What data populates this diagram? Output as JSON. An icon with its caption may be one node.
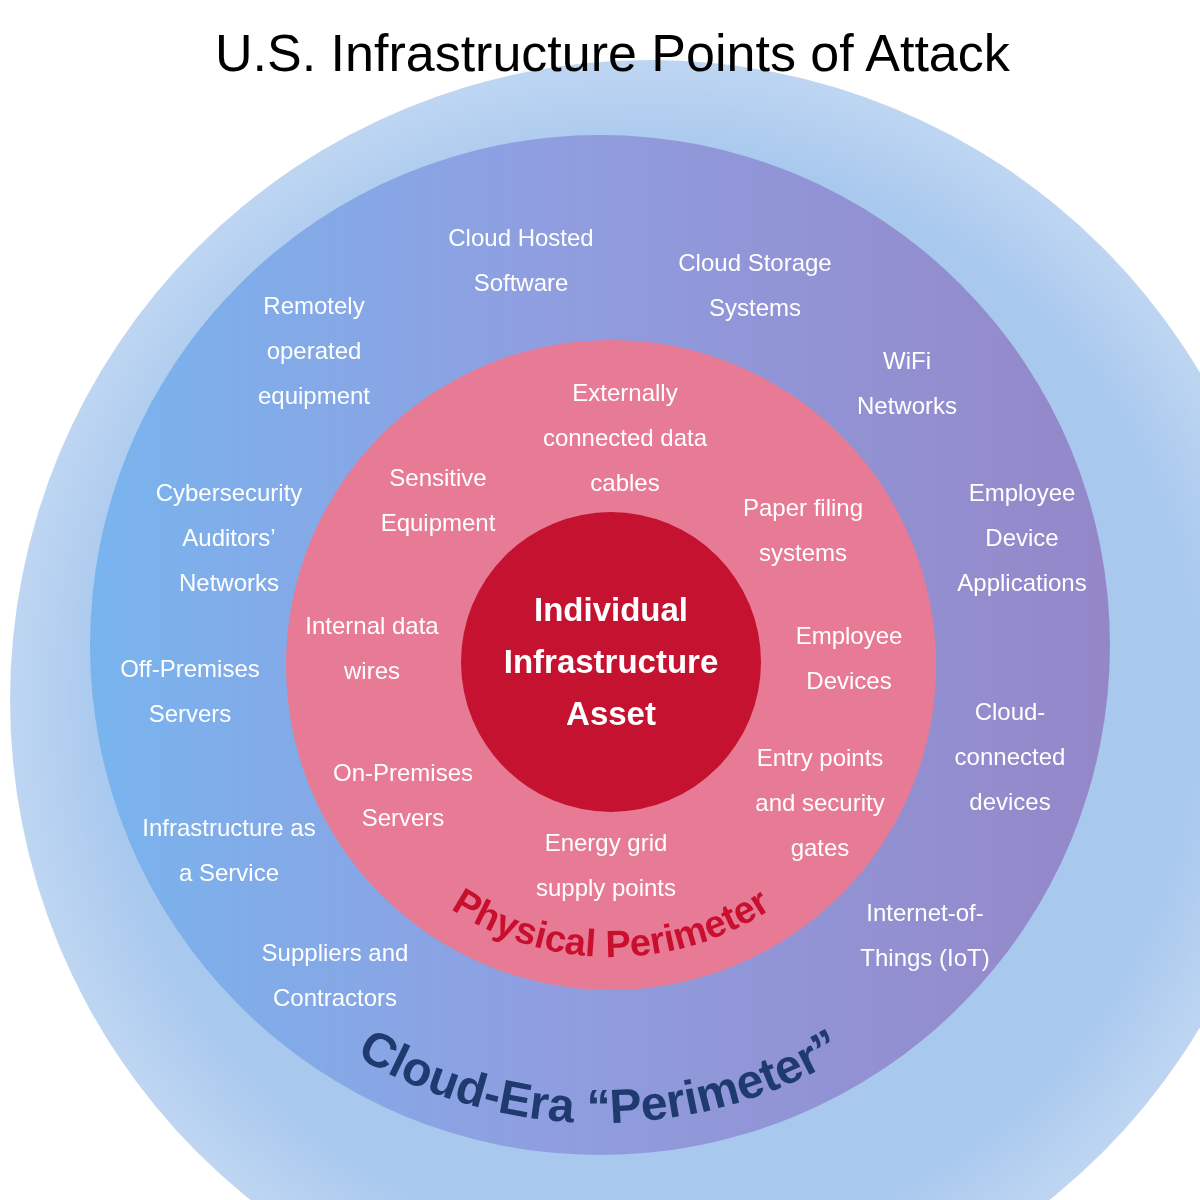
{
  "diagram": {
    "title": "U.S. Infrastructure Points of Attack",
    "nodes": [
      {
        "text": [
          "Cloud-Era “Perimeter”"
        ]
      },
      {
        "text": [
          "Physical Perimeter"
        ],
        "in": 0
      },
      {
        "text": [
          "Individual Infrastructure Asset"
        ],
        "in": 1
      }
    ],
    "labels": [
      "Cloud Hosted Software",
      "Cloud Storage Systems",
      "Remotely operated equipment",
      "WiFi Networks",
      "Externally connected data cables",
      "Sensitive Equipment",
      "Paper filing systems",
      "Cybersecurity Auditors’ Networks",
      "Employee Device Applications",
      "Internal data wires",
      "Employee Devices",
      "Off-Premises Servers",
      "Cloud-connected devices",
      "On-Premises Servers",
      "Entry points and security gates",
      "Infrastructure as a Service",
      "Energy grid supply points",
      "Internet-of-Things (IoT)",
      "Suppliers and Contractors"
    ]
  }
}
